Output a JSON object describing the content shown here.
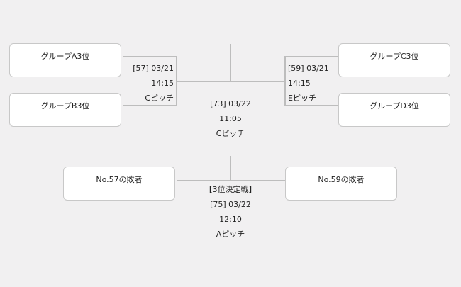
{
  "teams": {
    "a3": "グループA3位",
    "b3": "グループB3位",
    "c3": "グループC3位",
    "d3": "グループD3位",
    "l57": "No.57の敗者",
    "l59": "No.59の敗者"
  },
  "m57": {
    "id_date": "[57] 03/21",
    "time": "14:15",
    "pitch": "Cピッチ"
  },
  "m59": {
    "id_date": "[59] 03/21",
    "time": "14:15",
    "pitch": "Eピッチ"
  },
  "m73": {
    "id_date": "[73] 03/22",
    "time": "11:05",
    "pitch": "Cピッチ"
  },
  "m75": {
    "title": "【3位決定戦】",
    "id_date": "[75] 03/22",
    "time": "12:10",
    "pitch": "Aピッチ"
  }
}
